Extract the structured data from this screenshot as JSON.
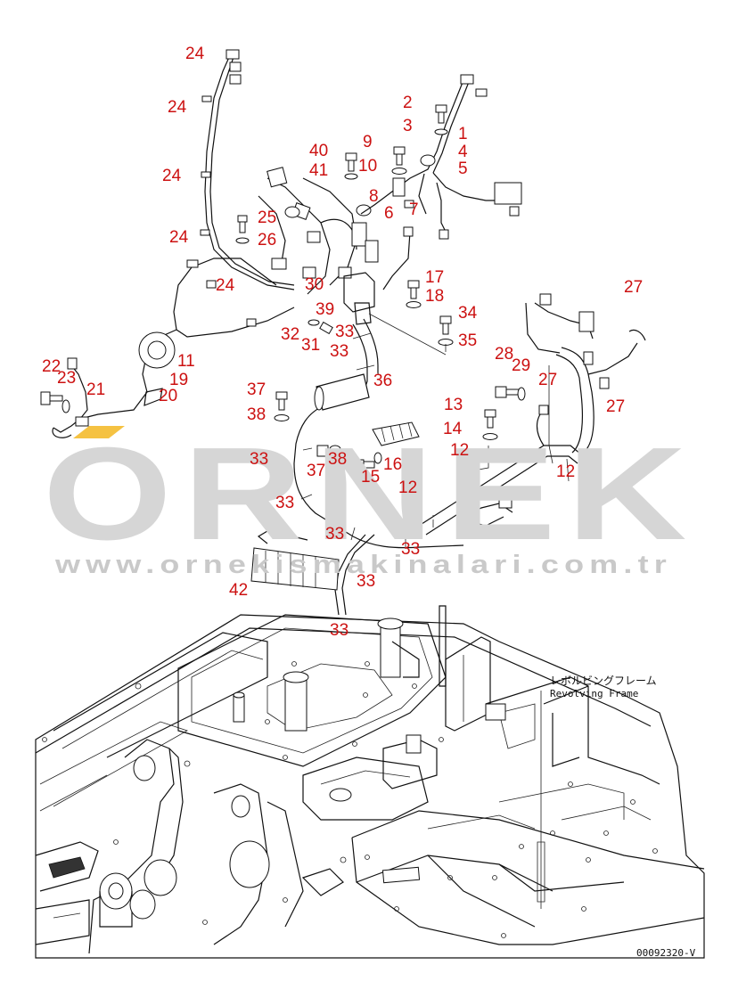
{
  "watermark": {
    "brand": "ORNEK",
    "url": "www.ornekismakinalari.com.tr",
    "brand_color": "#d6d6d6",
    "accent_color": "#f5c242"
  },
  "labels": {
    "frame_jp": "レボルビングフレーム",
    "frame_en": "Revolving Frame",
    "drawing_code": "00092320-V"
  },
  "callout_color": "#cc1111",
  "callouts": [
    {
      "id": "c24a",
      "text": "24"
    },
    {
      "id": "c24b",
      "text": "24"
    },
    {
      "id": "c24c",
      "text": "24"
    },
    {
      "id": "c24d",
      "text": "24"
    },
    {
      "id": "c24e",
      "text": "24"
    },
    {
      "id": "c2",
      "text": "2"
    },
    {
      "id": "c3",
      "text": "3"
    },
    {
      "id": "c1",
      "text": "1"
    },
    {
      "id": "c4",
      "text": "4"
    },
    {
      "id": "c5",
      "text": "5"
    },
    {
      "id": "c40",
      "text": "40"
    },
    {
      "id": "c41",
      "text": "41"
    },
    {
      "id": "c9",
      "text": "9"
    },
    {
      "id": "c10",
      "text": "10"
    },
    {
      "id": "c8",
      "text": "8"
    },
    {
      "id": "c6",
      "text": "6"
    },
    {
      "id": "c7",
      "text": "7"
    },
    {
      "id": "c25",
      "text": "25"
    },
    {
      "id": "c26",
      "text": "26"
    },
    {
      "id": "c30",
      "text": "30"
    },
    {
      "id": "c17",
      "text": "17"
    },
    {
      "id": "c18",
      "text": "18"
    },
    {
      "id": "c27a",
      "text": "27"
    },
    {
      "id": "c39",
      "text": "39"
    },
    {
      "id": "c34",
      "text": "34"
    },
    {
      "id": "c32",
      "text": "32"
    },
    {
      "id": "c31",
      "text": "31"
    },
    {
      "id": "c33a",
      "text": "33"
    },
    {
      "id": "c35",
      "text": "35"
    },
    {
      "id": "c33b",
      "text": "33"
    },
    {
      "id": "c28",
      "text": "28"
    },
    {
      "id": "c29",
      "text": "29"
    },
    {
      "id": "c27b",
      "text": "27"
    },
    {
      "id": "c11",
      "text": "11"
    },
    {
      "id": "c19",
      "text": "19"
    },
    {
      "id": "c22",
      "text": "22"
    },
    {
      "id": "c23",
      "text": "23"
    },
    {
      "id": "c21",
      "text": "21"
    },
    {
      "id": "c20",
      "text": "20"
    },
    {
      "id": "c37a",
      "text": "37"
    },
    {
      "id": "c36",
      "text": "36"
    },
    {
      "id": "c27c",
      "text": "27"
    },
    {
      "id": "c38a",
      "text": "38"
    },
    {
      "id": "c13",
      "text": "13"
    },
    {
      "id": "c14",
      "text": "14"
    },
    {
      "id": "c12a",
      "text": "12"
    },
    {
      "id": "c33c",
      "text": "33"
    },
    {
      "id": "c37b",
      "text": "37"
    },
    {
      "id": "c38b",
      "text": "38"
    },
    {
      "id": "c16",
      "text": "16"
    },
    {
      "id": "c15",
      "text": "15"
    },
    {
      "id": "c12b",
      "text": "12"
    },
    {
      "id": "c12c",
      "text": "12"
    },
    {
      "id": "c33d",
      "text": "33"
    },
    {
      "id": "c33e",
      "text": "33"
    },
    {
      "id": "c33f",
      "text": "33"
    },
    {
      "id": "c33g",
      "text": "33"
    },
    {
      "id": "c42",
      "text": "42"
    },
    {
      "id": "c33h",
      "text": "33"
    }
  ]
}
